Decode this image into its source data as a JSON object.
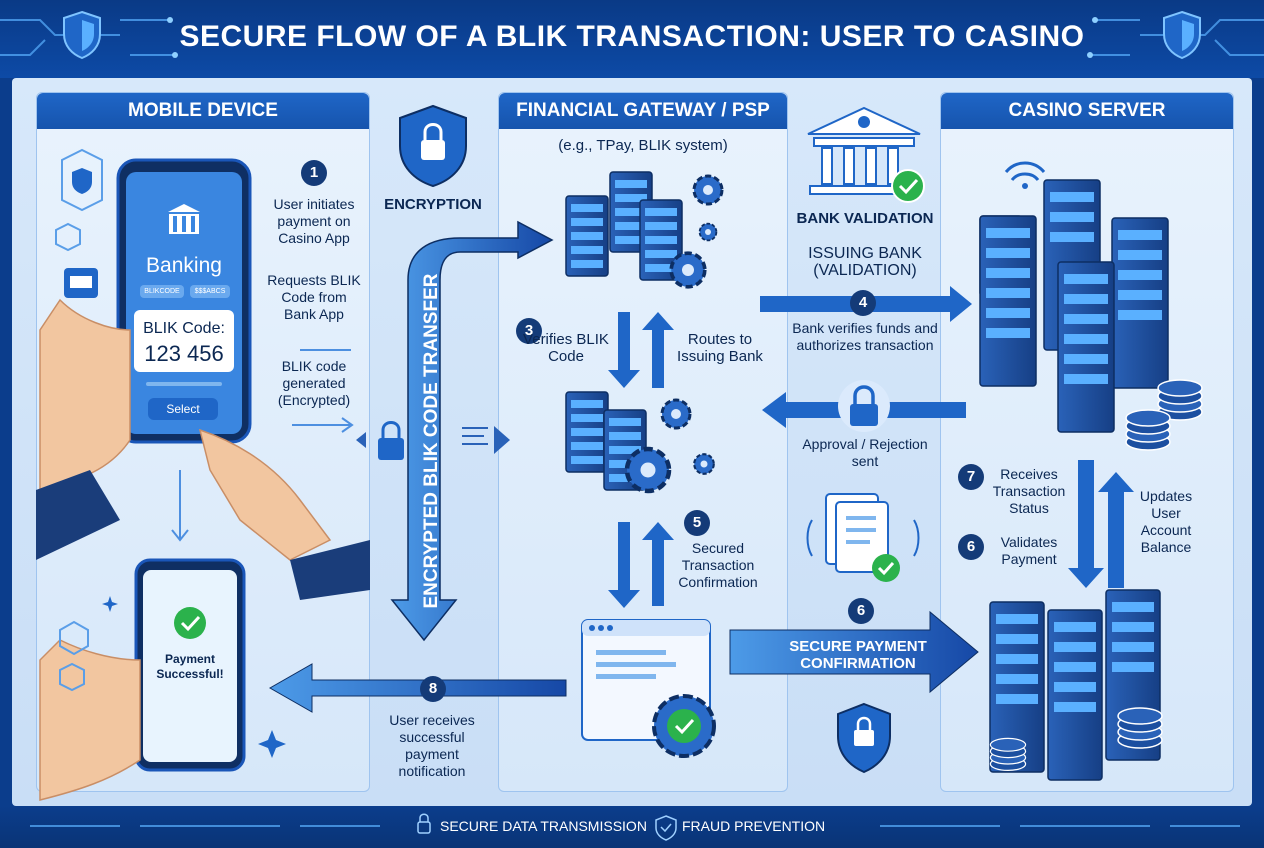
{
  "title": "SECURE FLOW OF A BLIK TRANSACTION: USER TO CASINO",
  "panels": {
    "mobile": "MOBILE DEVICE",
    "gateway": "FINANCIAL GATEWAY / PSP",
    "gateway_sub": "(e.g., TPay, BLIK system)",
    "casino": "CASINO SERVER"
  },
  "phone": {
    "banking": "Banking",
    "pill1": "BLIKCODE",
    "pill2": "$$$ABCS",
    "code_label": "BLIK Code:",
    "code_value": "123 456",
    "select_button": "Select",
    "success_text": "Payment Successful!"
  },
  "labels": {
    "encryption": "ENCRYPTION",
    "encrypted_transfer": "ENCRYPTED BLIK CODE TRANSFER",
    "bank_validation": "BANK VALIDATION",
    "issuing_bank": "ISSUING BANK (VALIDATION)",
    "secure_payment_confirmation": "SECURE PAYMENT CONFIRMATION"
  },
  "steps": [
    {
      "num": "1",
      "text": "User initiates payment on Casino App"
    },
    {
      "num": "",
      "text": "Requests BLIK Code from Bank App"
    },
    {
      "num": "",
      "text": "BLIK code generated (Encrypted)"
    },
    {
      "num": "3",
      "text": "Verifies BLIK Code"
    },
    {
      "num": "",
      "text": "Routes to Issuing Bank"
    },
    {
      "num": "4",
      "text": "Bank verifies funds and authorizes transaction"
    },
    {
      "num": "",
      "text": "Approval / Rejection sent"
    },
    {
      "num": "5",
      "text": "Secured Transaction Confirmation"
    },
    {
      "num": "6",
      "text": ""
    },
    {
      "num": "7",
      "text": "Receives Transaction Status"
    },
    {
      "num": "6",
      "text": "Validates Payment"
    },
    {
      "num": "",
      "text": "Updates User Account Balance"
    },
    {
      "num": "8",
      "text": "User receives successful payment notification"
    }
  ],
  "footer": {
    "item1": "SECURE DATA TRANSMISSION",
    "item2": "FRAUD PREVENTION"
  },
  "colors": {
    "header_bg": "#0b3d8c",
    "panel_head": "#1f66c7",
    "arrow": "#1a56b8",
    "success": "#2bb24c"
  }
}
